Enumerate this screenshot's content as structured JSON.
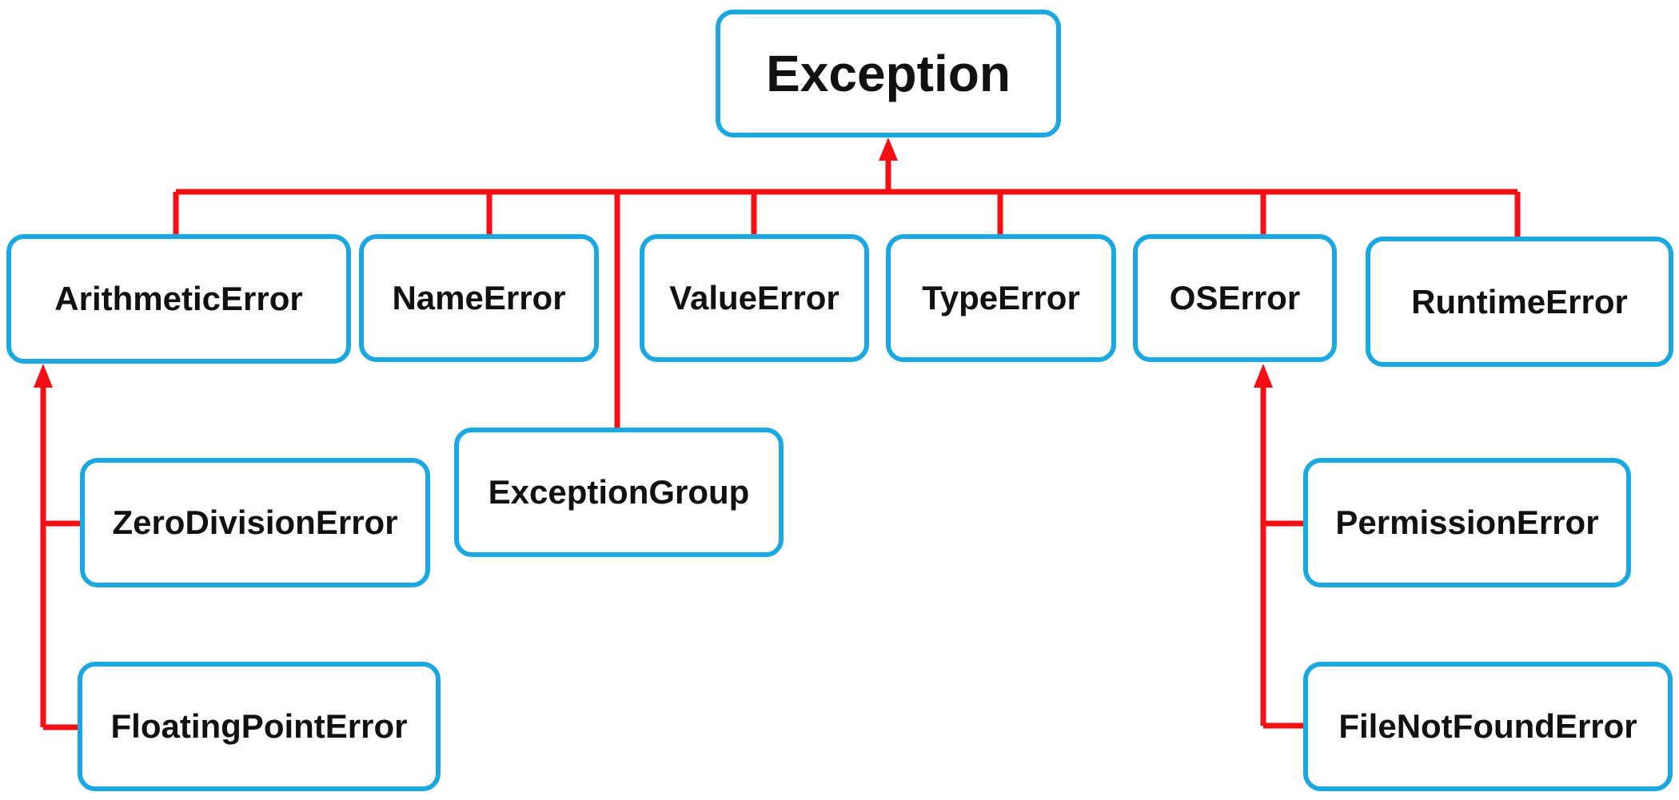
{
  "diagram": {
    "colors": {
      "node_border": "#1ba8e0",
      "connector": "#f50f14",
      "text": "#111111"
    },
    "root": {
      "label": "Exception"
    },
    "children": [
      {
        "id": "arithmetic",
        "label": "ArithmeticError"
      },
      {
        "id": "name",
        "label": "NameError"
      },
      {
        "id": "exceptiongroup",
        "label": "ExceptionGroup"
      },
      {
        "id": "value",
        "label": "ValueError"
      },
      {
        "id": "type",
        "label": "TypeError"
      },
      {
        "id": "os",
        "label": "OSError"
      },
      {
        "id": "runtime",
        "label": "RuntimeError"
      }
    ],
    "arithmetic_subclasses": [
      {
        "id": "zerodivision",
        "label": "ZeroDivisionError"
      },
      {
        "id": "floatingpoint",
        "label": "FloatingPointError"
      }
    ],
    "os_subclasses": [
      {
        "id": "permission",
        "label": "PermissionError"
      },
      {
        "id": "filenotfound",
        "label": "FileNotFoundError"
      }
    ]
  }
}
